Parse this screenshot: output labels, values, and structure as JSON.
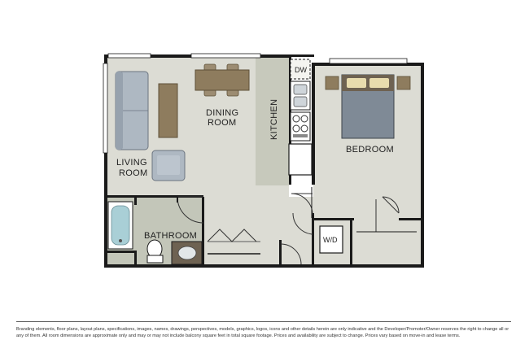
{
  "rooms": {
    "living_line1": "LIVING",
    "living_line2": "ROOM",
    "dining_line1": "DINING",
    "dining_line2": "ROOM",
    "kitchen": "KITCHEN",
    "bedroom": "BEDROOM",
    "bathroom": "BATHROOM"
  },
  "appliances": {
    "dishwasher": "DW",
    "washer_dryer": "W/D"
  },
  "footer": {
    "disclaimer": "Branding elements, floor plans, layout plans, specifications, images, names, drawings, perspectives, models, graphics, logos, icons and other details herein are only indicative and the Developer/Promoter/Owner reserves the right to change all or any of them. All room dimensions are approximate only and may or may not include balcony square feet in total square footage. Prices and availability are subject to change. Prices vary based on move-in and lease terms."
  },
  "colors": {
    "floor": "#dcdcd4",
    "kitchen_floor": "#c7c9bc",
    "bath_floor": "#c3c6b9",
    "wall": "#1a1a1a",
    "sofa": "#aeb8c2",
    "bed": "#7f8a96",
    "table_wood": "#8e7c5e",
    "pillow": "#e8dcae"
  }
}
